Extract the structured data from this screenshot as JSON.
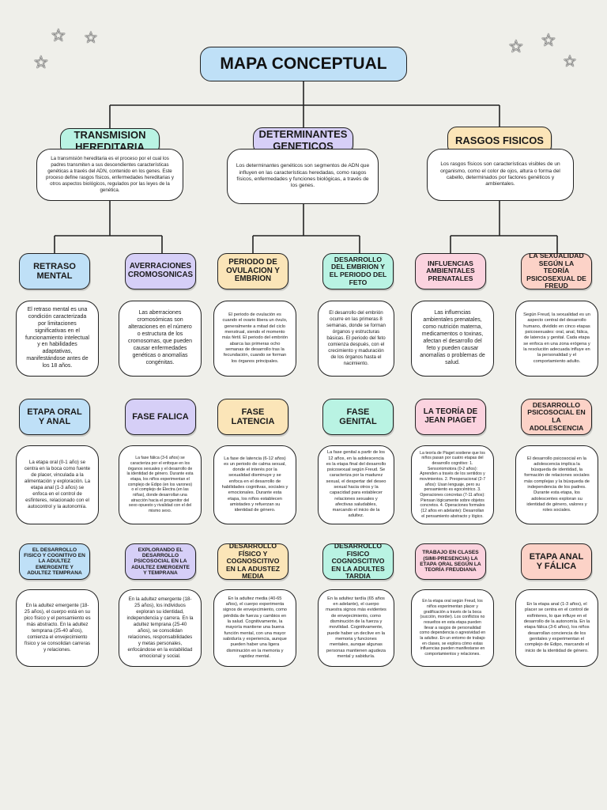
{
  "title": "MAPA CONCEPTUAL",
  "level1": [
    {
      "label": "TRANSMISION HEREDITARIA",
      "color": "#b9f3e3",
      "text": "La transmisión hereditaria es el proceso por el cual los padres transmiten a sus descendientes características genéticas a través del ADN, contenido en los genes. Este proceso define rasgos físicos, enfermedades hereditarias y otros aspectos biológicos, regulados por las leyes de la genética."
    },
    {
      "label": "DETERMINANTES GENETICOS",
      "color": "#d6cff7",
      "text": "Los determinantes genéticos son segmentos de ADN que influyen en las características heredadas, como rasgos físicos, enfermedades y funciones biológicas, a través de los genes."
    },
    {
      "label": "RASGOS FISICOS",
      "color": "#fbe5b8",
      "text": "Los rasgos físicos son características visibles de un organismo, como el color de ojos, altura o forma del cabello, determinados por factores genéticos y ambientales."
    }
  ],
  "columns": [
    {
      "color": "#bfe0f7",
      "items": [
        {
          "label": "RETRASO MENTAL",
          "text": "El retraso mental es una condición caracterizada por limitaciones significativas en el funcionamiento intelectual y en habilidades adaptativas, manifestándose antes de los 18 años."
        },
        {
          "label": "ETAPA ORAL Y ANAL",
          "text": "La etapa oral (0-1 año) se centra en la boca como fuente de placer, vinculada a la alimentación y exploración. La etapa anal (1-3 años) se enfoca en el control de esfínteres, relacionado con el autocontrol y la autonomía."
        },
        {
          "label": "EL DESARROLLO FISICO Y COGNITIVO EN LA ADULTEZ EMERGENTE Y ADULTEZ TEMPRANA",
          "text": "En la adultez emergente (18-25 años), el cuerpo está en su pico físico y el pensamiento es más abstracto. En la adultez temprana (25-40 años), comienza el envejecimiento físico y se consolidan carreras y relaciones."
        }
      ]
    },
    {
      "color": "#d6cff7",
      "items": [
        {
          "label": "AVERRACIONES CROMOSONICAS",
          "text": "Las aberraciones cromosómicas son alteraciones en el número o estructura de los cromosomas, que pueden causar enfermedades genéticas o anomalías congénitas."
        },
        {
          "label": "FASE FALICA",
          "text": "La fase fálica (3-6 años) se caracteriza por el enfoque en los órganos sexuales y el desarrollo de la identidad de género. Durante esta etapa, los niños experimentan el complejo de Edipo (en los varones) o el complejo de Electra (en las niñas), donde desarrollan una atracción hacia el progenitor del sexo opuesto y rivalidad con el del mismo sexo."
        },
        {
          "label": "EXPLORANDO EL DESARROLLO PSICOSOCIAL EN LA ADULTEZ EMERGENTE Y TEMPRANA",
          "text": "En la adultez emergente (18-25 años), los individuos exploran su identidad, independencia y carrera. En la adultez temprana (25-40 años), se consolidan relaciones, responsabilidades y metas personales, enfocándose en la estabilidad emocional y social."
        }
      ]
    },
    {
      "color": "#fbe5b8",
      "items": [
        {
          "label": "PERIODO DE OVULACION Y EMBRION",
          "text": "El periodo de ovulación es cuando el ovario libera un óvulo, generalmente a mitad del ciclo menstrual, siendo el momento más fértil. El periodo del embrión abarca las primeras ocho semanas de desarrollo tras la fecundación, cuando se forman los órganos principales."
        },
        {
          "label": "FASE LATENCIA",
          "text": "La fase de latencia (6-12 años) es un periodo de calma sexual, donde el interés por la sexualidad disminuye y se enfoca en el desarrollo de habilidades cognitivas, sociales y emocionales. Durante esta etapa, los niños establecen amistades y refuerzan su identidad de género."
        },
        {
          "label": "DESARROLLO FÍSICO Y COGNOSCITIVO EN LA ADUSTEZ MEDIA",
          "text": "En la adultez media (40-65 años), el cuerpo experimenta signos de envejecimiento, como pérdida de fuerza y cambios en la salud. Cognitivamente, la mayoría mantiene una buena función mental, con una mayor sabiduría y experiencia, aunque pueden haber una ligera disminución en la memoria y rapidez mental."
        }
      ]
    },
    {
      "color": "#b9f3e3",
      "items": [
        {
          "label": "DESARROLLO DEL EMBRION Y EL PERIODO DEL FETO",
          "text": "El desarrollo del embrión ocurre en las primeras 8 semanas, donde se forman órganos y estructuras básicas. El periodo del feto comienza después, con el crecimiento y maduración de los órganos hasta el nacimiento."
        },
        {
          "label": "FASE GENITAL",
          "text": "La fase genital a partir de los 12 años, en la adolescencia es la etapa final del desarrollo psicosexual según Freud. Se caracteriza por la madurez sexual, el despertar del deseo sexual hacia otros y la capacidad para establecer relaciones sexuales y afectivas saludables, marcando el inicio de la adultez."
        },
        {
          "label": "DESARROLLO FISICO COGNOSCITIVO EN LA ADULTES TARDIA",
          "text": "En la adultez tardía (65 años en adelante), el cuerpo muestra signos más evidentes de envejecimiento, como disminución de la fuerza y movilidad. Cognitivamente, puede haber un declive en la memoria y funciones mentales, aunque algunas personas mantienen agudeza mental y sabiduría."
        }
      ]
    },
    {
      "color": "#fbd3df",
      "items": [
        {
          "label": "INFLUENCIAS AMBIENTALES PRENATALES",
          "text": "Las influencias ambientales prenatales, como nutrición materna, medicamentos o toxinas, afectan el desarrollo del feto y pueden causar anomalías o problemas de salud."
        },
        {
          "label": "LA TEORÍA DE JEAN PIAGET",
          "text": "La teoría de Piaget sostiene que los niños pasan por cuatro etapas del desarrollo cognitivo: 1. Sensoriomotora (0-2 años): Aprenden a través de los sentidos y movimientos. 2. Preoperacional (2-7 años): Usan lenguaje, pero su pensamiento es egocéntrico. 3. Operaciones concretas (7-11 años): Piensan lógicamente sobre objetos concretos. 4. Operaciones formales (12 años en adelante): Desarrollan el pensamiento abstracto y lógico."
        },
        {
          "label": "TRABAJO EN CLASES (SIMI-PRESENCIA) LA ETAPA ORAL SEGÚN LA TEORÍA FREUDIANA",
          "text": "En la etapa oral según Freud, los niños experimentan placer y gratificación a través de la boca (succión, morder). Los conflictos no resueltos en esta etapa pueden llevar a rasgos de personalidad como dependencia o agresividad en la adultez. En un entorno de trabajo en clases, se explora cómo estas influencias pueden manifestarse en comportamientos y relaciones."
        }
      ]
    },
    {
      "color": "#fcd2c7",
      "items": [
        {
          "label": "LA SEXUALIDAD SEGÚN LA TEORÍA PSICOSEXUAL DE FREUD",
          "text": "Según Freud, la sexualidad es un aspecto central del desarrollo humano, dividido en cinco etapas psicosexuales: oral, anal, fálica, de latencia y genital. Cada etapa se enfoca en una zona erógena y la resolución adecuada influye en la personalidad y el comportamiento adulto."
        },
        {
          "label": "DESARROLLO PSICOSOCIAL EN LA ADOLESCENCIA",
          "text": "El desarrollo psicosocial en la adolescencia implica la búsqueda de identidad, la formación de relaciones sociales más complejas y la búsqueda de independencia de los padres. Durante esta etapa, los adolescentes exploran su identidad de género, valores y roles sociales."
        },
        {
          "label": "ETAPA ANAL Y FÁLICA",
          "text": "En la etapa anal (1-3 años), el placer se centra en el control de esfínteres, lo que influye en el desarrollo de la autonomía. En la etapa fálica (3-6 años), los niños desarrollan conciencia de los genitales y experimentan el complejo de Edipo, marcando el inicio de la identidad de género."
        }
      ]
    }
  ]
}
